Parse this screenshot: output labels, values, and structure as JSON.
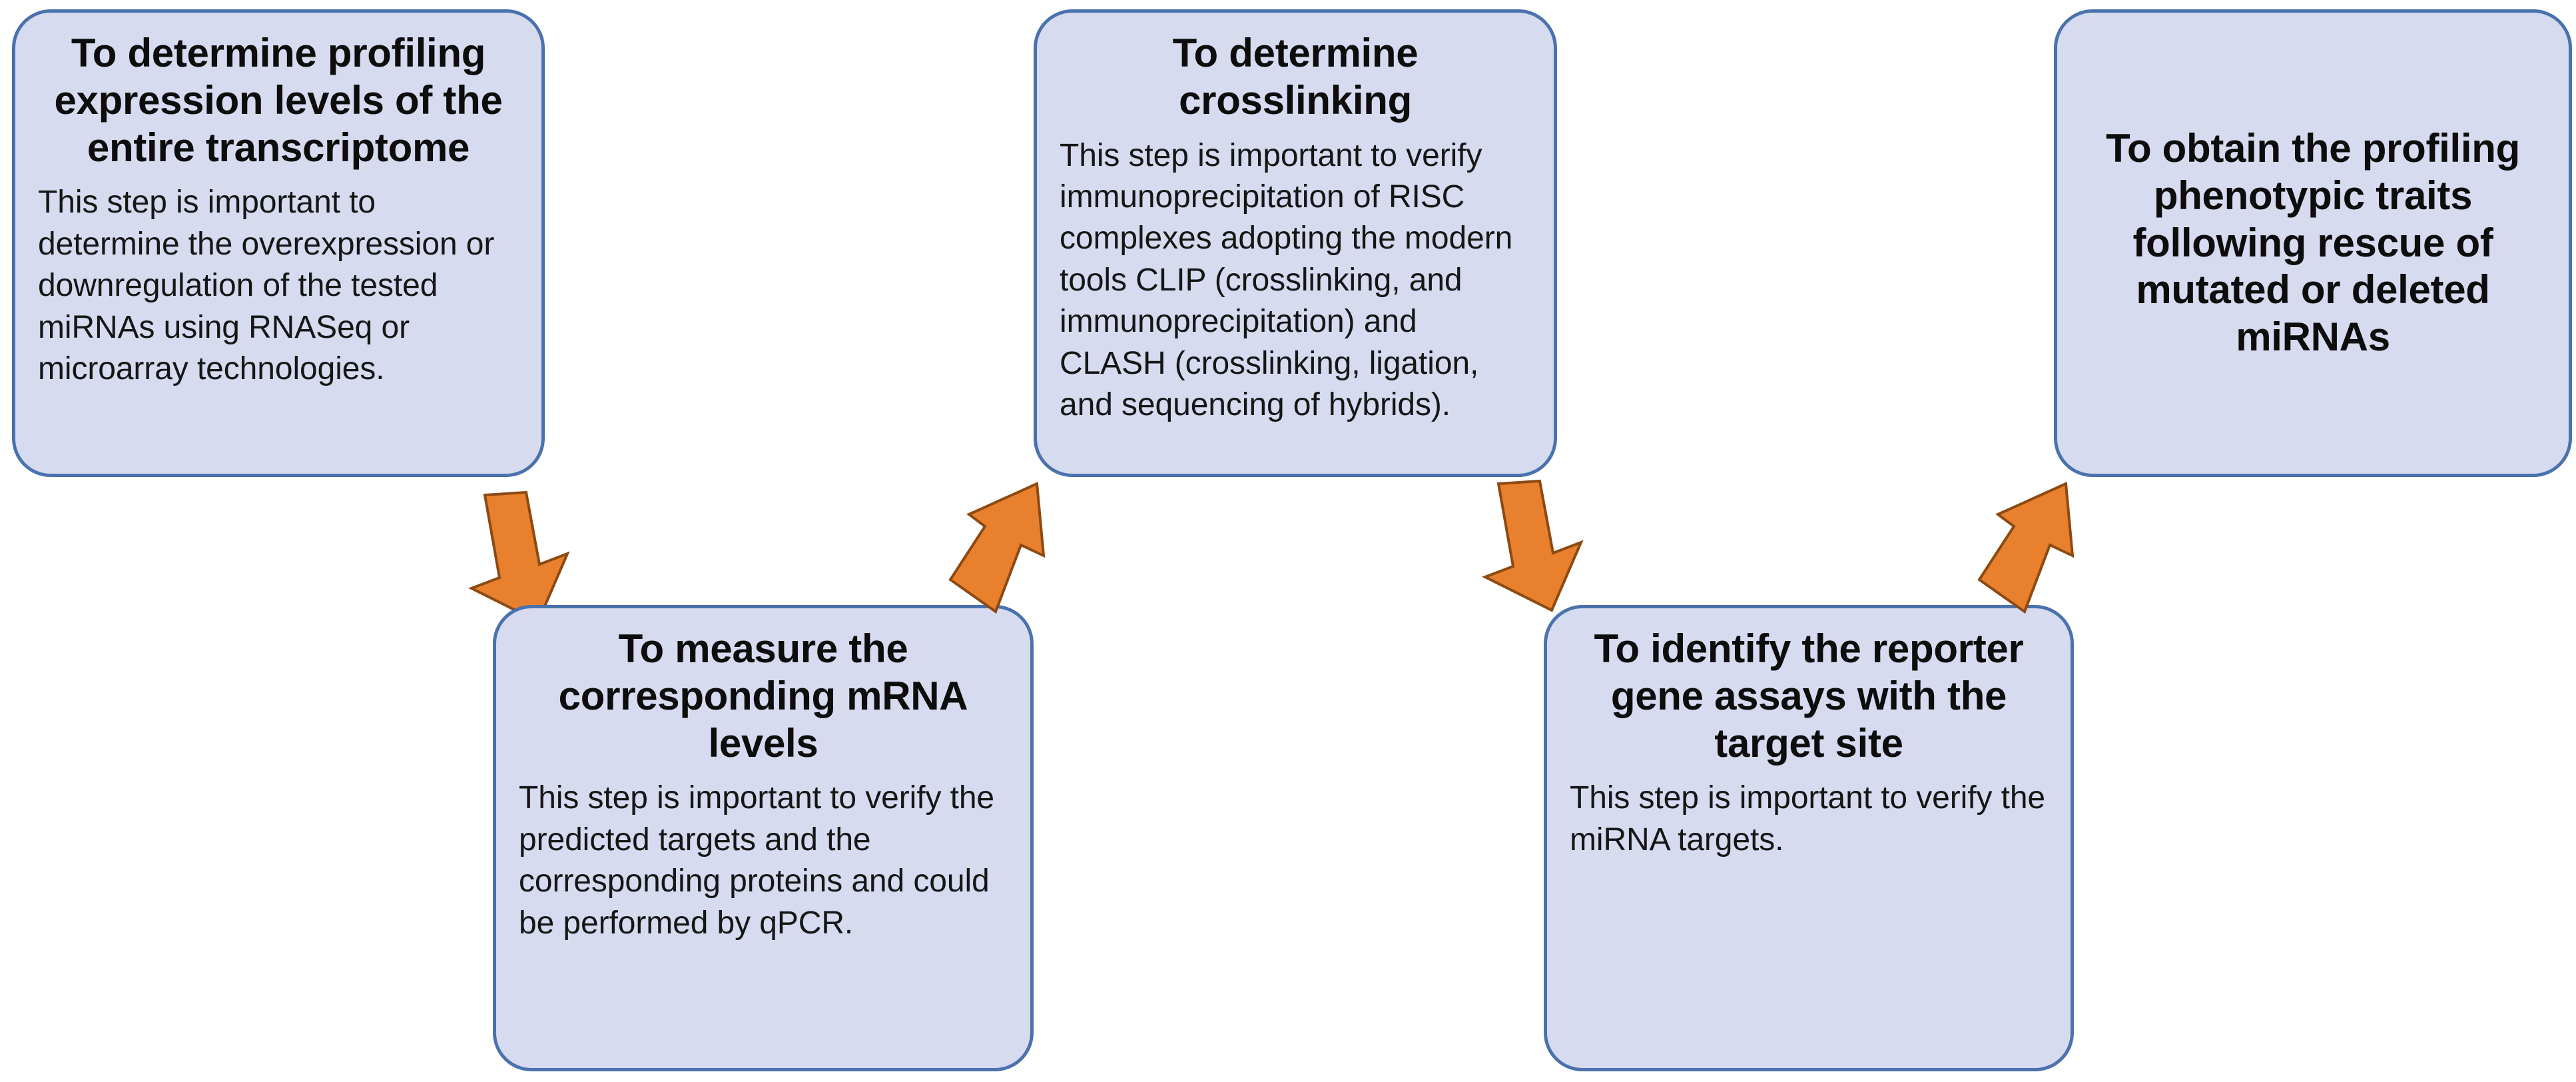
{
  "diagram": {
    "type": "process-flow",
    "orientation": "left-to-right zigzag",
    "background_color": "#FFFFFF",
    "box_fill_color": "#D6DBEF",
    "box_border_color": "#4A72AD",
    "arrow_color": "#E8802E",
    "arrow_outline_color": "#8C4A12",
    "title_text_color": "#0D0D0D",
    "body_text_color": "#161616"
  },
  "steps": [
    {
      "index": 1,
      "position": "top-row-1",
      "title": "To determine profiling expression levels of the entire transcriptome",
      "body": "This step is important to determine the overexpression or downregulation of the tested miRNAs using RNASeq or microarray technologies."
    },
    {
      "index": 2,
      "position": "bottom-row-1",
      "title": "To measure the corresponding mRNA levels",
      "body": "This step is important to verify the predicted targets and the corresponding proteins and could be performed by qPCR."
    },
    {
      "index": 3,
      "position": "top-row-2",
      "title": "To determine crosslinking",
      "body": "This step is important to verify immunoprecipitation of RISC complexes adopting the modern tools CLIP (crosslinking, and immunoprecipitation) and CLASH (crosslinking, ligation, and sequencing of hybrids)."
    },
    {
      "index": 4,
      "position": "bottom-row-2",
      "title": "To identify the reporter gene assays with the target site",
      "body": "This step is important to verify the miRNA targets."
    },
    {
      "index": 5,
      "position": "top-row-3",
      "title": "To obtain the profiling phenotypic traits following rescue of mutated or deleted miRNAs",
      "body": ""
    }
  ],
  "connectors": [
    {
      "index": 1,
      "from_step": 1,
      "to_step": 2,
      "direction": "down-right",
      "icon": "block-arrow-down-right-icon"
    },
    {
      "index": 2,
      "from_step": 2,
      "to_step": 3,
      "direction": "up-right",
      "icon": "block-arrow-up-right-icon"
    },
    {
      "index": 3,
      "from_step": 3,
      "to_step": 4,
      "direction": "down-right",
      "icon": "block-arrow-down-right-icon"
    },
    {
      "index": 4,
      "from_step": 4,
      "to_step": 5,
      "direction": "up-right",
      "icon": "block-arrow-up-right-icon"
    }
  ]
}
